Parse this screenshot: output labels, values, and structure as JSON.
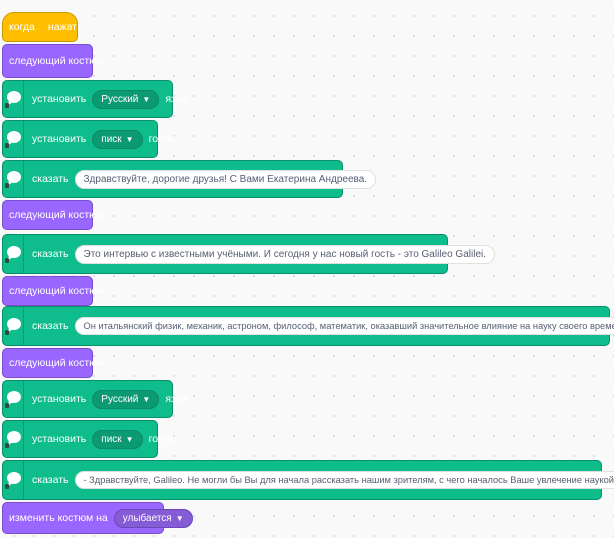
{
  "blocks": {
    "when_flag": {
      "pre": "когда",
      "post": "нажат"
    },
    "next_costume_1": {
      "label": "следующий костюм"
    },
    "set_language_1": {
      "verb": "установить",
      "value": "Русский",
      "suffix": "язык"
    },
    "set_voice_1": {
      "verb": "установить",
      "value": "писк",
      "suffix": "голос"
    },
    "say_1": {
      "verb": "сказать",
      "text": "Здравствуйте, дорогие друзья! С Вами Екатерина Андреева."
    },
    "next_costume_2": {
      "label": "следующий костюм"
    },
    "say_2": {
      "verb": "сказать",
      "text": "Это интервью с известными учёными. И сегодня у нас новый гость - это Galileo Galilei."
    },
    "next_costume_3": {
      "label": "следующий костюм"
    },
    "say_3": {
      "verb": "сказать",
      "text": "Он итальянский физик, механик, астроном, философ, математик, оказавший значительное влияние на науку своего времени."
    },
    "next_costume_4": {
      "label": "следующий костюм"
    },
    "set_language_2": {
      "verb": "установить",
      "value": "Русский",
      "suffix": "язык"
    },
    "set_voice_2": {
      "verb": "установить",
      "value": "писк",
      "suffix": "голос"
    },
    "say_4": {
      "verb": "сказать",
      "text": "- Здравствуйте, Galileo. Не могли бы Вы для начала рассказать нашим зрителям, с чего началось Ваше увлечение наукой?"
    },
    "switch_costume": {
      "label": "изменить костюм на",
      "value": "улыбается"
    }
  },
  "icons": {
    "flag": "green-flag-icon",
    "speech": "text-to-speech-icon",
    "caret": "dropdown-caret-icon"
  },
  "colors": {
    "event": "#ffbf00",
    "looks": "#9966ff",
    "extension": "#0fbd8c"
  }
}
